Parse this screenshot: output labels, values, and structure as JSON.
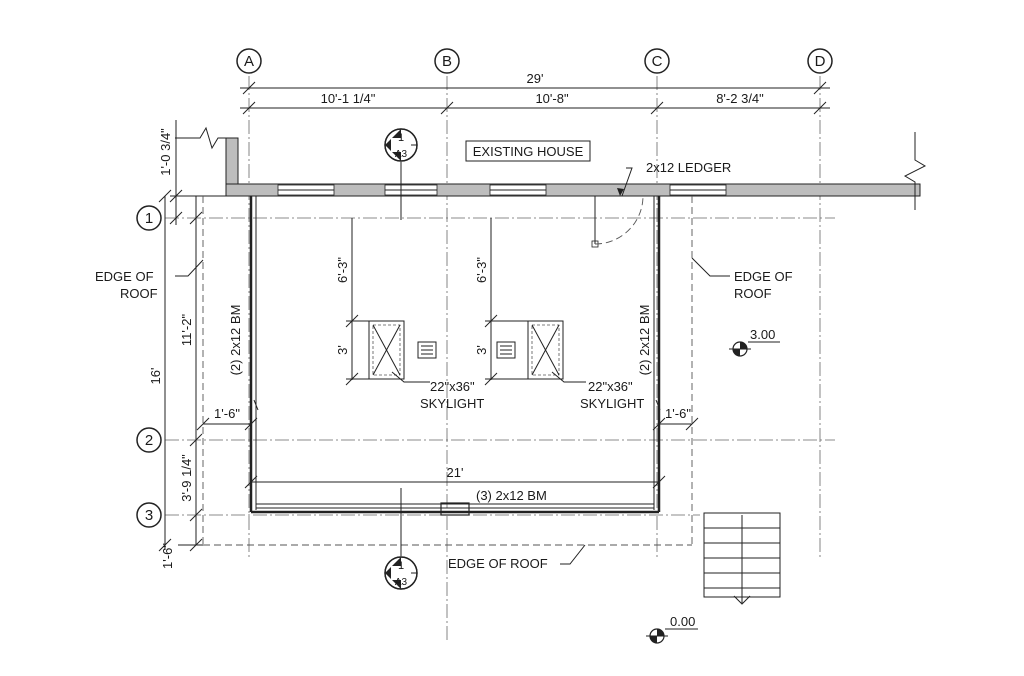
{
  "gridlines": {
    "columns": [
      "A",
      "B",
      "C",
      "D"
    ],
    "rows": [
      "1",
      "2",
      "3"
    ]
  },
  "dimensions": {
    "overall_width": "29'",
    "bay_a_b": "10'-1 1/4\"",
    "bay_b_c": "10'-8\"",
    "bay_c_d": "8'-2 3/4\"",
    "wall_to_grid1": "1'-0 3/4\"",
    "depth_total": "16'",
    "grid1_to_grid2": "11'-2\"",
    "grid2_to_grid3": "3'-9 1/4\"",
    "grid3_to_roof_edge": "1'-6\"",
    "overhang_left": "1'-6\"",
    "overhang_right": "1'-6\"",
    "skylight_offset_left": "6'-3\"",
    "skylight_offset_right": "6'-3\"",
    "skylight_length_left": "3'",
    "skylight_length_right": "3'",
    "deck_width": "21'"
  },
  "labels": {
    "existing_house": "EXISTING HOUSE",
    "ledger": "2x12 LEDGER",
    "edge_of_roof_left_l1": "EDGE OF",
    "edge_of_roof_left_l2": "ROOF",
    "edge_of_roof_right_l1": "EDGE OF",
    "edge_of_roof_right_l2": "ROOF",
    "edge_of_roof_bottom": "EDGE OF ROOF",
    "beam_left": "(2) 2x12 BM",
    "beam_right": "(2) 2x12 BM",
    "beam_bottom": "(3) 2x12 BM",
    "skylight_left_l1": "22\"x36\"",
    "skylight_left_l2": "SKYLIGHT",
    "skylight_right_l1": "22\"x36\"",
    "skylight_right_l2": "SKYLIGHT"
  },
  "section_markers": [
    {
      "number": "1",
      "sheet": "A3"
    },
    {
      "number": "1",
      "sheet": "A3"
    }
  ],
  "elevations": {
    "upper": "3.00",
    "lower": "0.00"
  }
}
